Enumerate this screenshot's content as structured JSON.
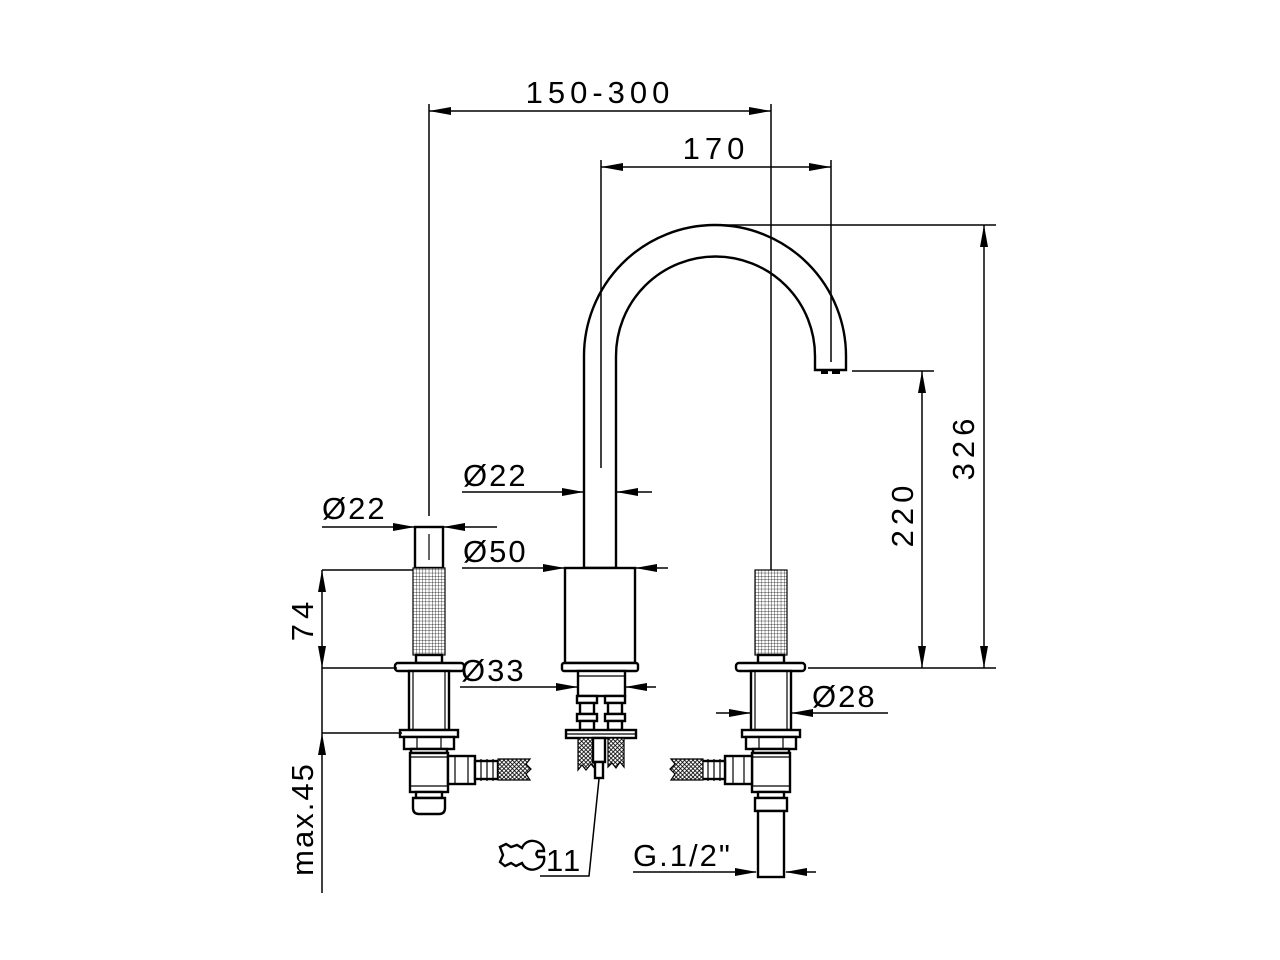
{
  "drawing": {
    "colors": {
      "line": "#000000",
      "background": "#ffffff"
    },
    "dimensions": {
      "handle_spread": "150-300",
      "spout_reach": "170",
      "spout_height": "326",
      "spout_outlet_height": "220",
      "handle_stem_diameter": "Ø22",
      "spout_tube_diameter": "Ø22",
      "spout_base_diameter": "Ø50",
      "spout_fitting_diameter": "Ø33",
      "valve_shank_diameter": "Ø28",
      "handle_grip_height": "74",
      "max_deck_thickness": "max.45",
      "wrench_size": "11",
      "inlet_thread": "G.1/2\""
    }
  }
}
